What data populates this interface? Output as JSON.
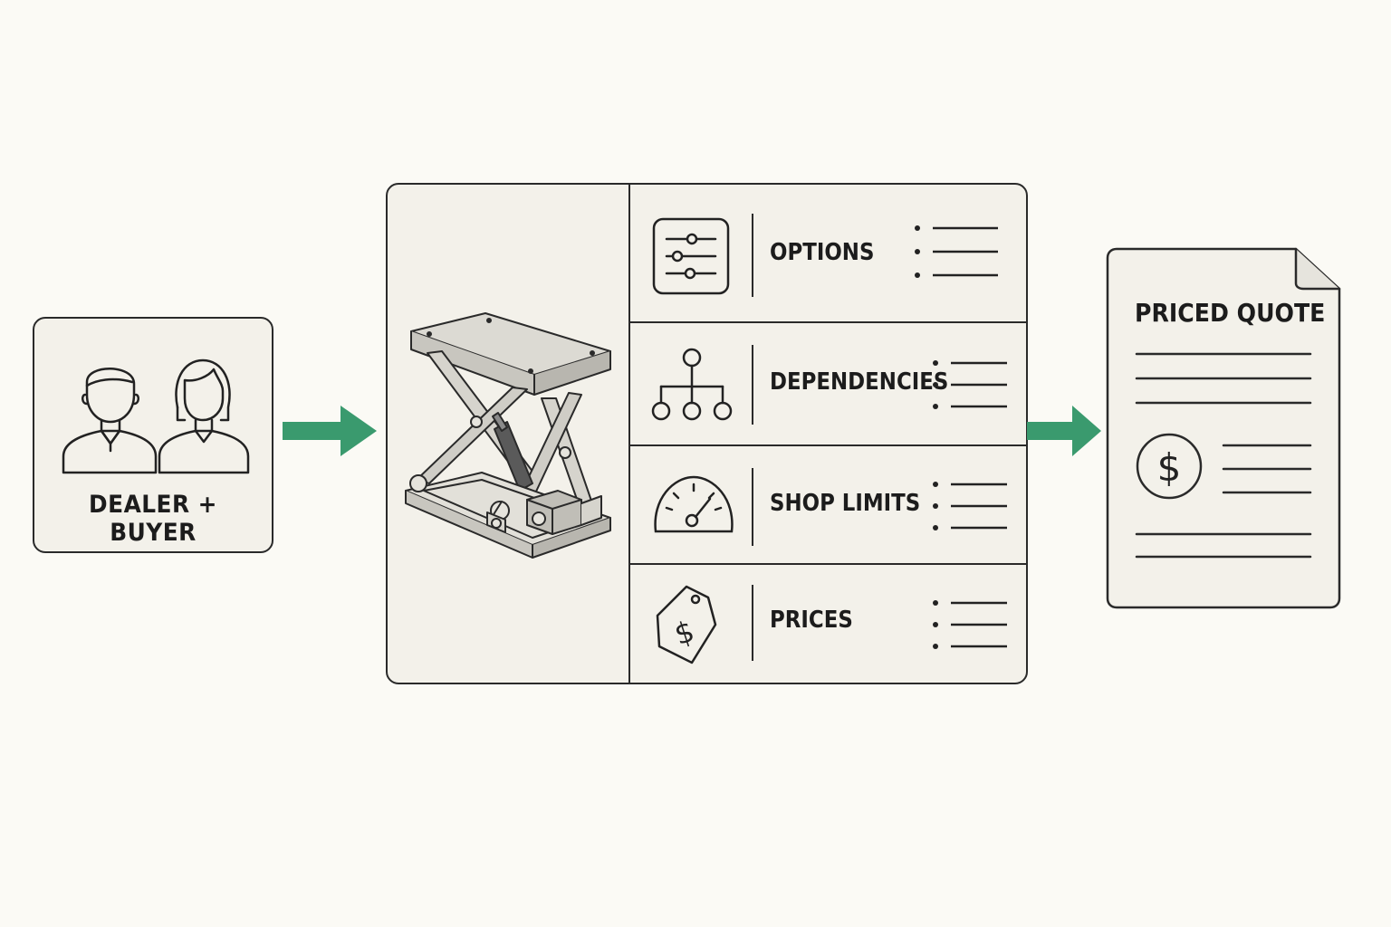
{
  "input": {
    "label": "DEALER + BUYER"
  },
  "config": {
    "rows": [
      {
        "label": "OPTIONS"
      },
      {
        "label": "DEPENDENCIES"
      },
      {
        "label": "SHOP LIMITS"
      },
      {
        "label": "PRICES"
      }
    ]
  },
  "output": {
    "title": "PRICED QUOTE",
    "currency_symbol": "$"
  },
  "colors": {
    "arrow": "#3a9a6e",
    "line": "#2a2a2a",
    "panel": "#f3f1ea",
    "background": "#fbfaf5"
  },
  "icons": [
    "person-male-icon",
    "person-female-icon",
    "scissor-lift-icon",
    "sliders-icon",
    "hierarchy-icon",
    "gauge-icon",
    "price-tag-icon",
    "dollar-coin-icon"
  ]
}
